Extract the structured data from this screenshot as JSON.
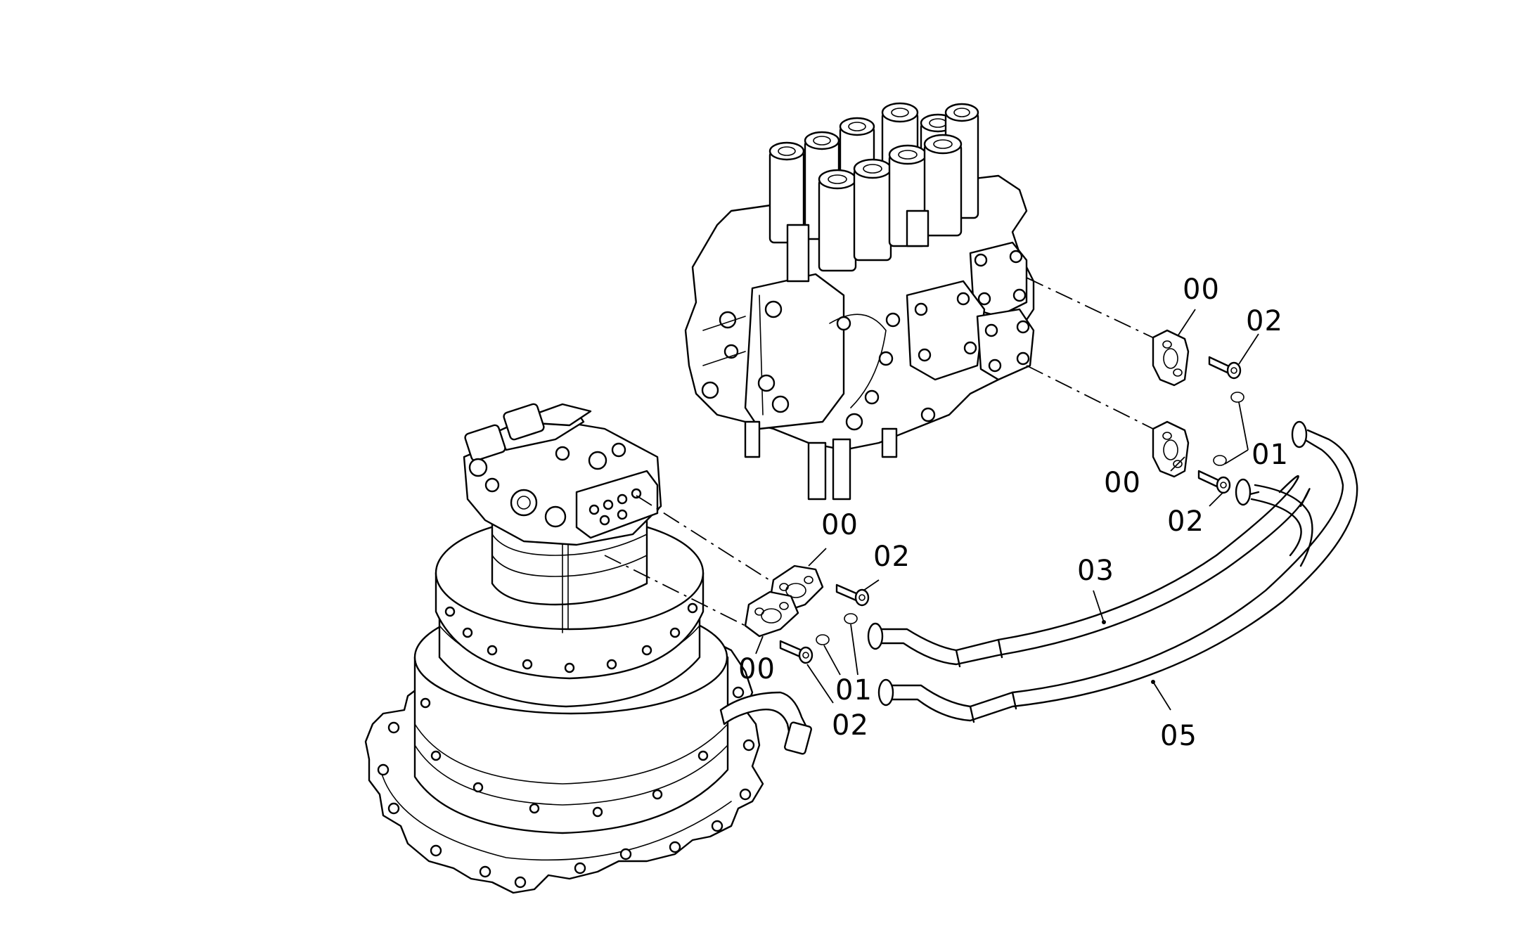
{
  "callouts": {
    "c_00_top": "00",
    "c_02_top": "02",
    "c_01_right": "01",
    "c_00_right": "00",
    "c_02_right": "02",
    "c_00_mid": "00",
    "c_02_mid": "02",
    "c_03": "03",
    "c_00_low": "00",
    "c_01_low": "01",
    "c_02_low": "02",
    "c_05": "05"
  }
}
